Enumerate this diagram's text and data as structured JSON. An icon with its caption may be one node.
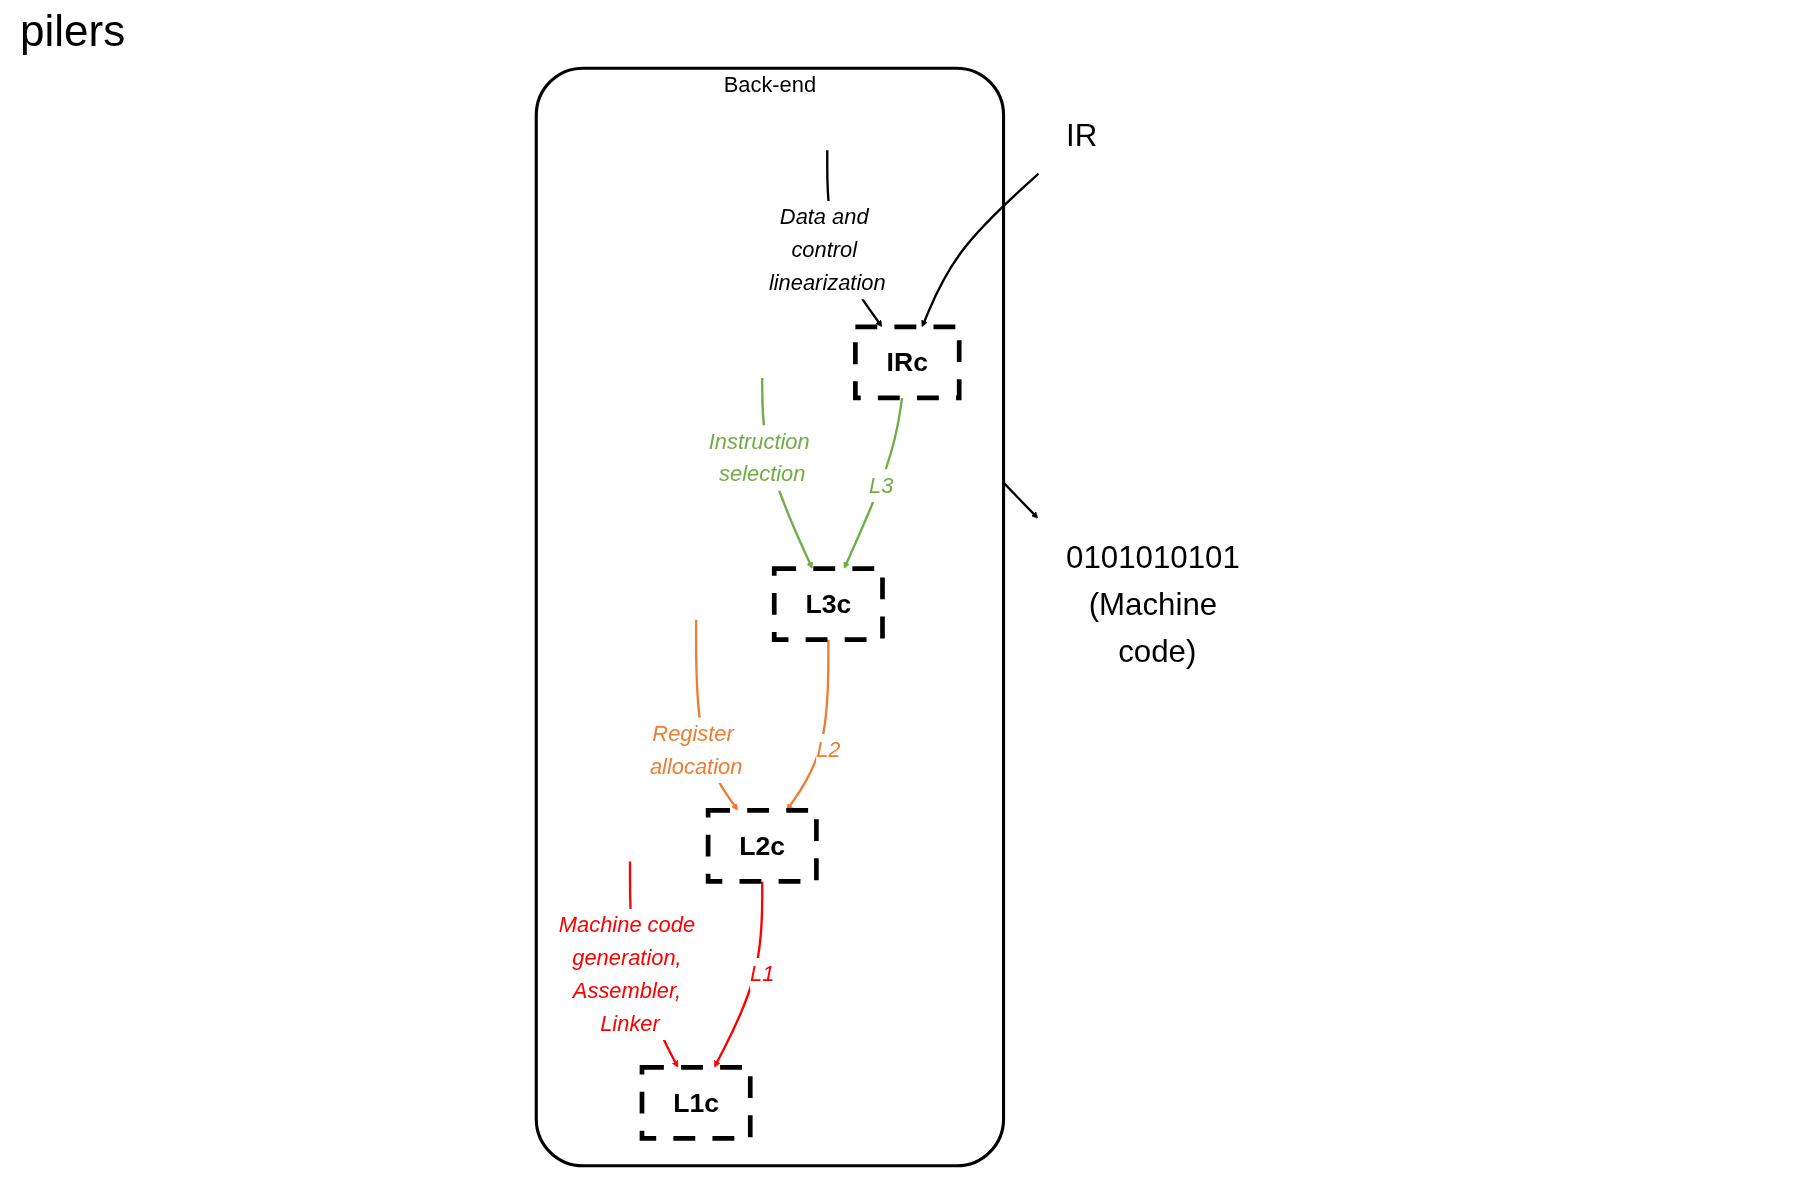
{
  "diagram": {
    "title": "pilers",
    "nodes": [
      {
        "text": [
          "Back-end"
        ]
      },
      {
        "text": [
          "IR"
        ]
      },
      {
        "text": [
          "IRc"
        ],
        "in": 0
      },
      {
        "text": [
          "L3c"
        ],
        "in": 0
      },
      {
        "text": [
          "L2c"
        ],
        "in": 0
      },
      {
        "text": [
          "L1c"
        ],
        "in": 0
      },
      {
        "text": [
          "0101010101 (Machine code)"
        ]
      }
    ],
    "edges": [
      {
        "from": 1,
        "to": 2,
        "arrow": "to"
      },
      {
        "from": 2,
        "to": 3,
        "arrow": "to",
        "label": "L3",
        "color": "#70ad47"
      },
      {
        "from": 3,
        "to": 4,
        "arrow": "to",
        "label": "L2",
        "color": "#ed7d31"
      },
      {
        "from": 4,
        "to": 5,
        "arrow": "to",
        "label": "L1",
        "color": "#ff0000"
      },
      {
        "from": null,
        "to": 2,
        "arrow": "to",
        "label": "Data and control linearization"
      },
      {
        "from": null,
        "to": 3,
        "arrow": "to",
        "label": "Instruction selection",
        "color": "#70ad47"
      },
      {
        "from": null,
        "to": 4,
        "arrow": "to",
        "label": "Register allocation",
        "color": "#ed7d31"
      },
      {
        "from": null,
        "to": 5,
        "arrow": "to",
        "label": "Machine code generation, Assembler, Linker",
        "color": "#ff0000"
      },
      {
        "from": 0,
        "to": 6,
        "arrow": "to"
      }
    ]
  }
}
